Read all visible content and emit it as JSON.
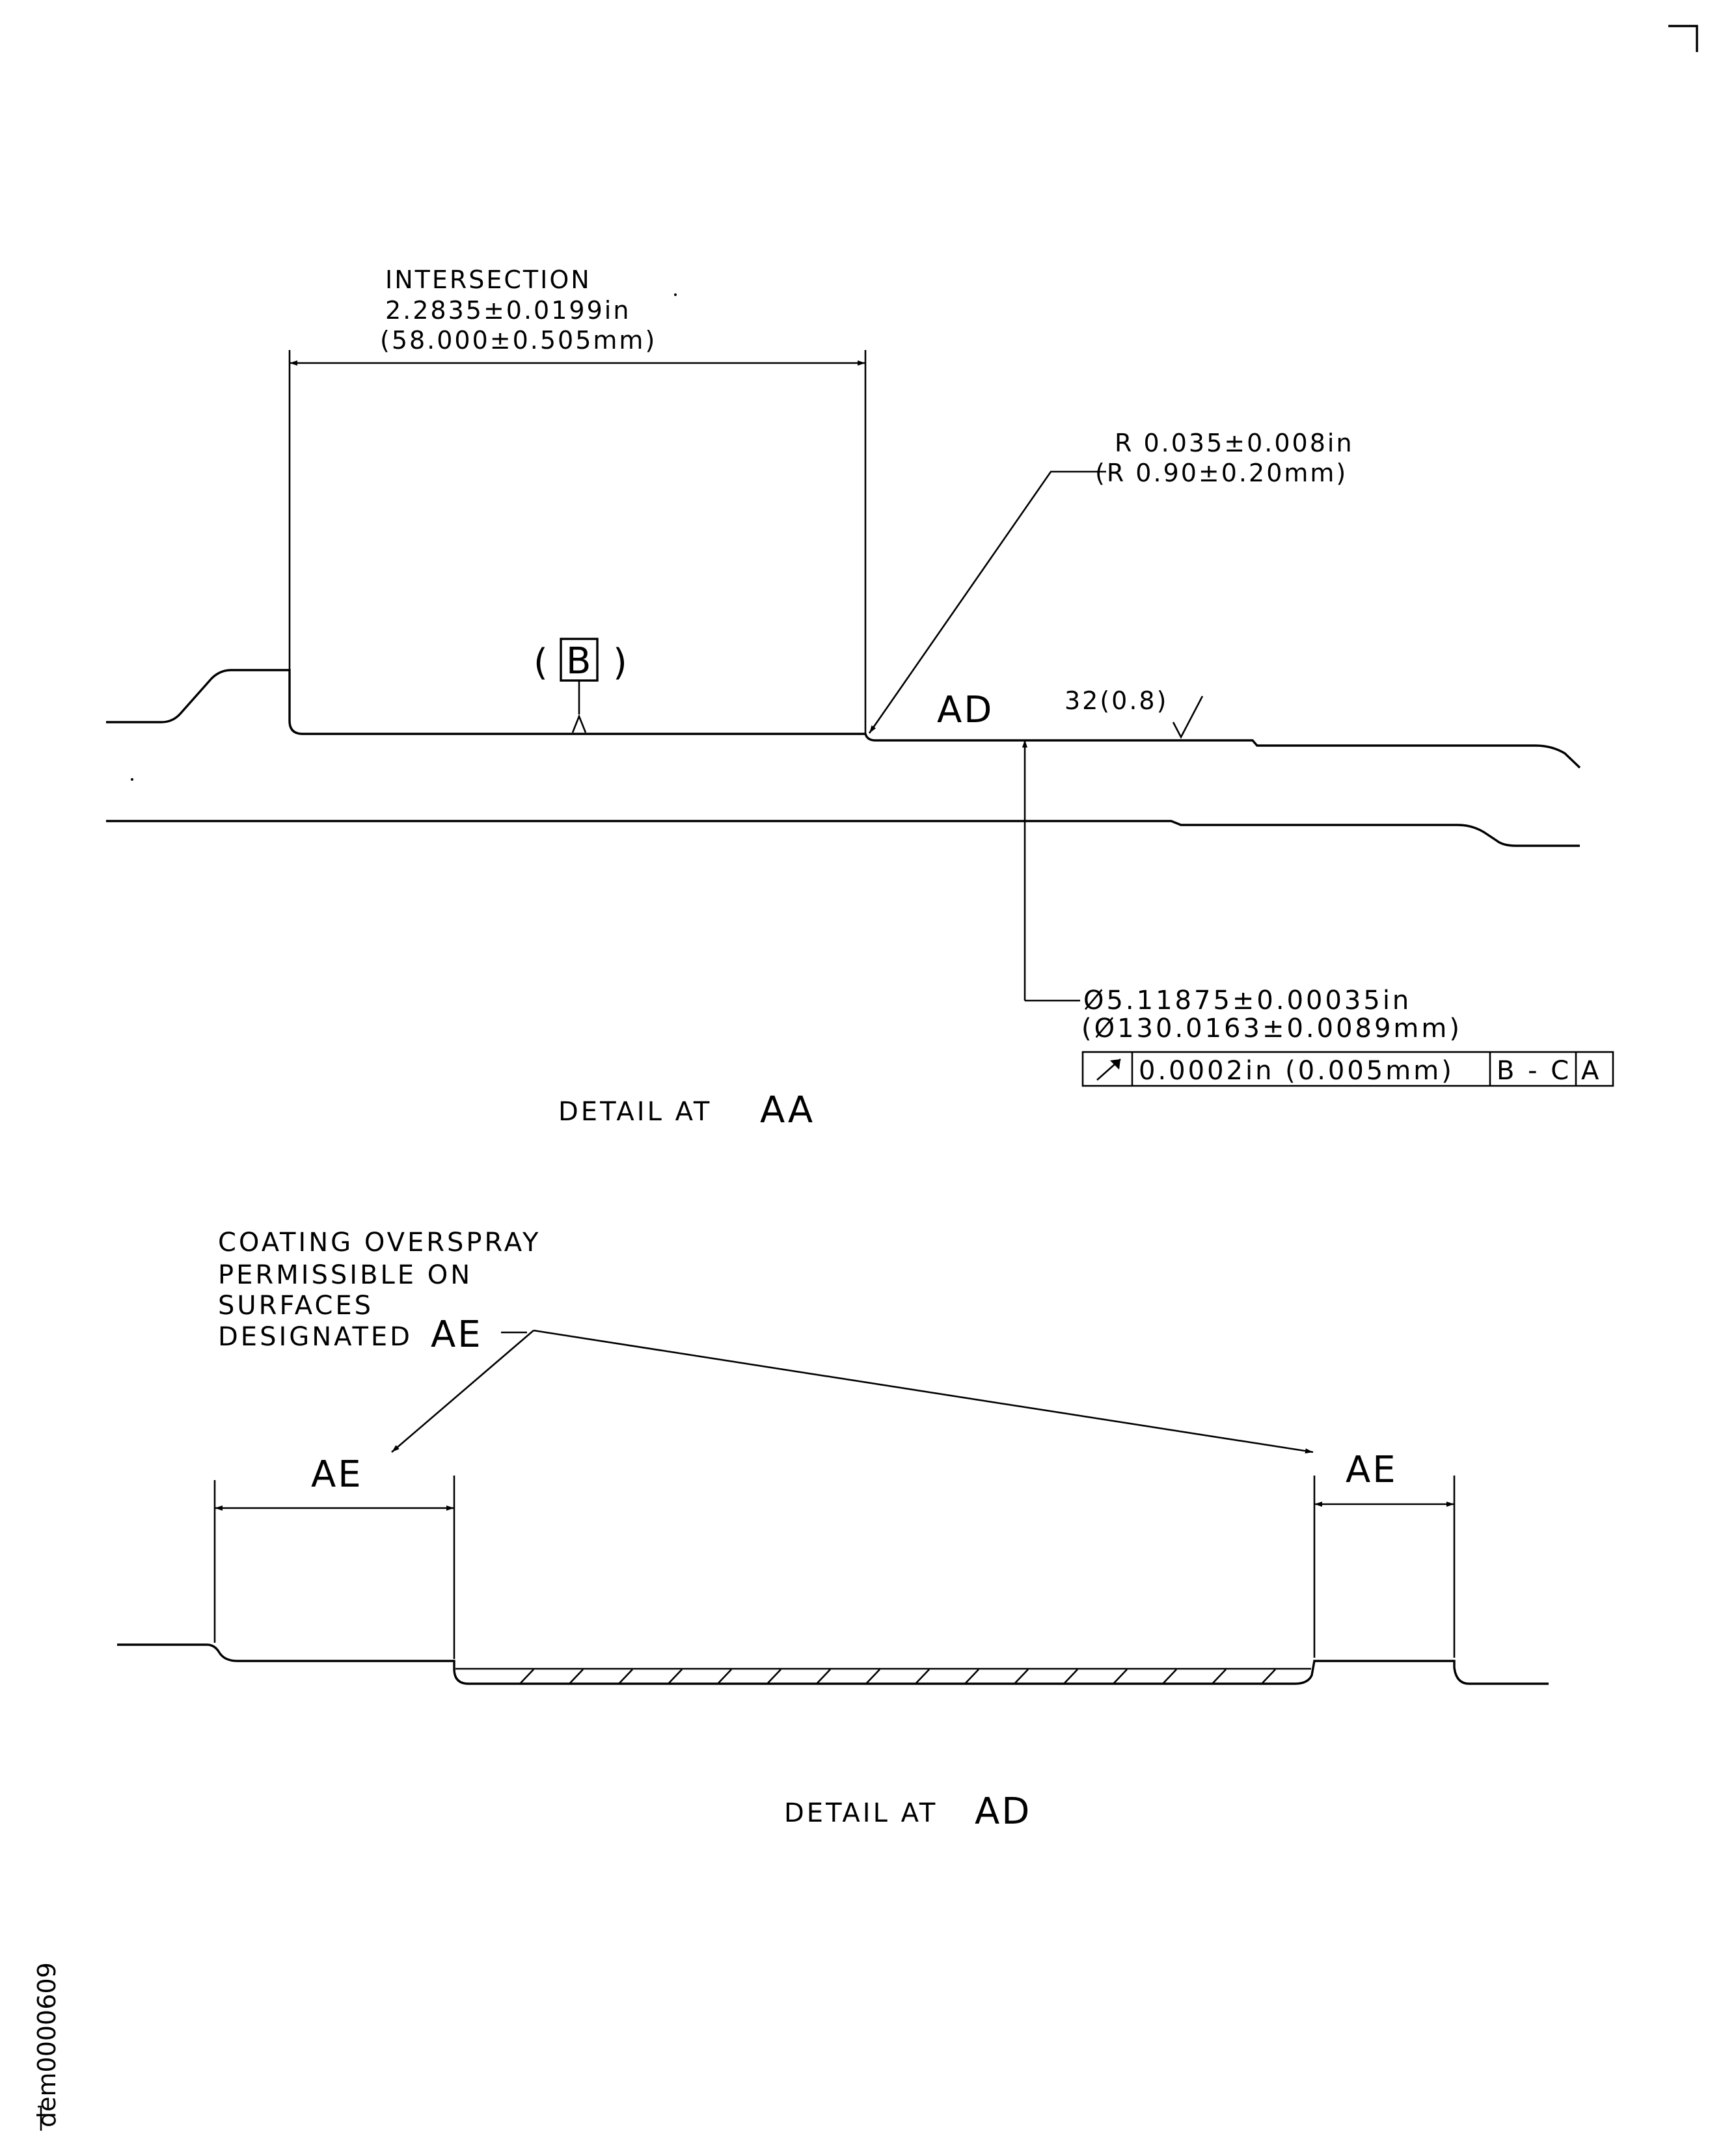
{
  "detail_aa": {
    "intersection_label": "INTERSECTION",
    "intersection_in": "2.2835±0.0199in",
    "intersection_mm": "(58.000±0.505mm)",
    "radius_in": "R 0.035±0.008in",
    "radius_mm": "(R 0.90±0.20mm)",
    "datum_letter": "B",
    "datum_paren_open": "(",
    "datum_paren_close": ")",
    "surface_label": "AD",
    "roughness": "32(0.8)",
    "diameter_in": "Ø5.11875±0.00035in",
    "diameter_mm": "(Ø130.0163±0.0089mm)",
    "fcf": {
      "symbol": "circular-runout",
      "tolerance": "0.0002in (0.005mm)",
      "datum_1": "B - C",
      "datum_2": "A"
    },
    "title_prefix": "DETAIL AT",
    "title_letters": "AA"
  },
  "detail_ad": {
    "note_line_1": "COATING OVERSPRAY",
    "note_line_2": "PERMISSIBLE ON",
    "note_line_3": "SURFACES",
    "note_line_4": "DESIGNATED",
    "note_letters": "AE",
    "left_label": "AE",
    "right_label": "AE",
    "title_prefix": "DETAIL AT",
    "title_letters": "AD"
  },
  "sheet": {
    "drawing_id": "dem0000609"
  }
}
